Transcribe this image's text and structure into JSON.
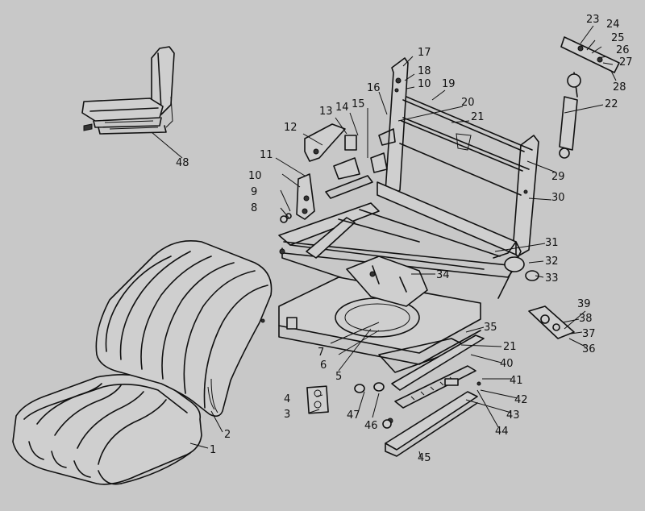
{
  "diagram": {
    "part_labels": [
      "1",
      "2",
      "3",
      "4",
      "5",
      "6",
      "7",
      "8",
      "9",
      "10",
      "11",
      "12",
      "13",
      "14",
      "15",
      "16",
      "17",
      "18",
      "10",
      "19",
      "20",
      "21",
      "22",
      "23",
      "24",
      "25",
      "26",
      "27",
      "28",
      "29",
      "30",
      "31",
      "32",
      "33",
      "34",
      "35",
      "21",
      "40",
      "36",
      "37",
      "38",
      "39",
      "41",
      "42",
      "43",
      "44",
      "45",
      "46",
      "47",
      "48"
    ]
  },
  "colors": {
    "background": "#c8c8c8",
    "line": "#111111",
    "fill": "#cfcfcf"
  }
}
